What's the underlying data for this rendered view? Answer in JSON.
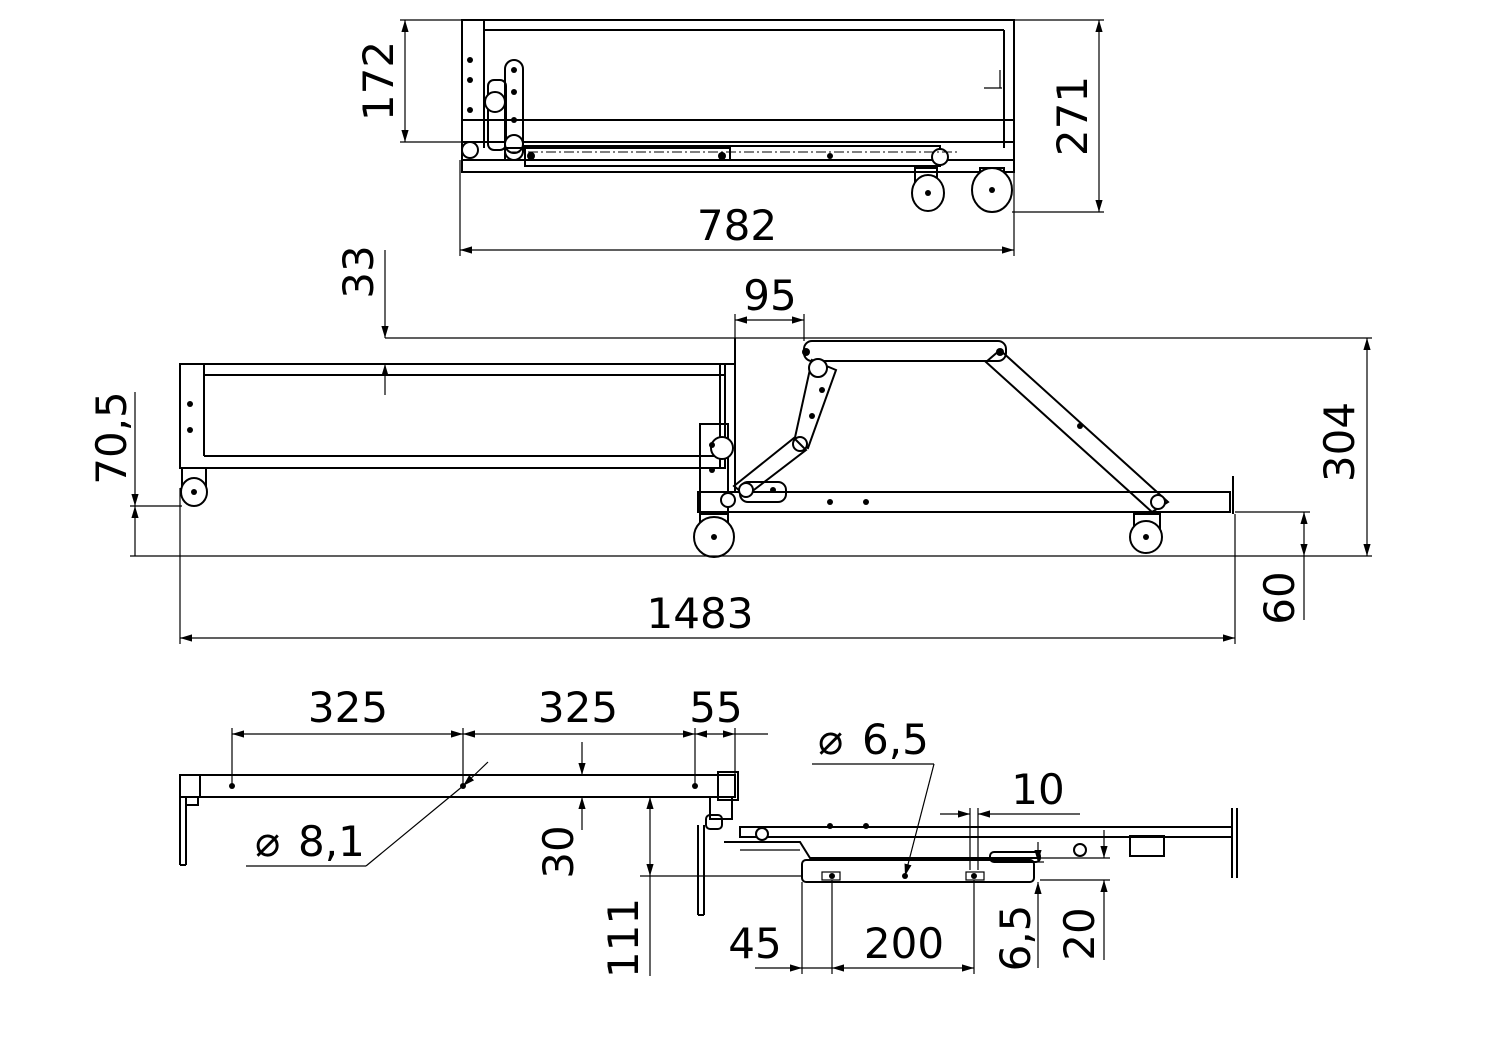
{
  "dimensions": {
    "top_height_172": "172",
    "top_height_271": "271",
    "top_width_782": "782",
    "mid_gap_33": "33",
    "mid_offset_95": "95",
    "mid_height_70_5": "70,5",
    "mid_height_304": "304",
    "mid_length_1483": "1483",
    "mid_height_60": "60",
    "bot_spacing_325_a": "325",
    "bot_spacing_325_b": "325",
    "bot_spacing_55": "55",
    "bot_hole_8_1": "8,1",
    "bot_hole_6_5": "6,5",
    "bot_offset_10": "10",
    "bot_height_30": "30",
    "bot_height_111": "111",
    "bot_offset_45": "45",
    "bot_spacing_200": "200",
    "bot_height_6_5": "6,5",
    "bot_height_20": "20"
  },
  "diameter_symbol": "⌀",
  "colors": {
    "line": "#000000",
    "background": "#ffffff"
  }
}
